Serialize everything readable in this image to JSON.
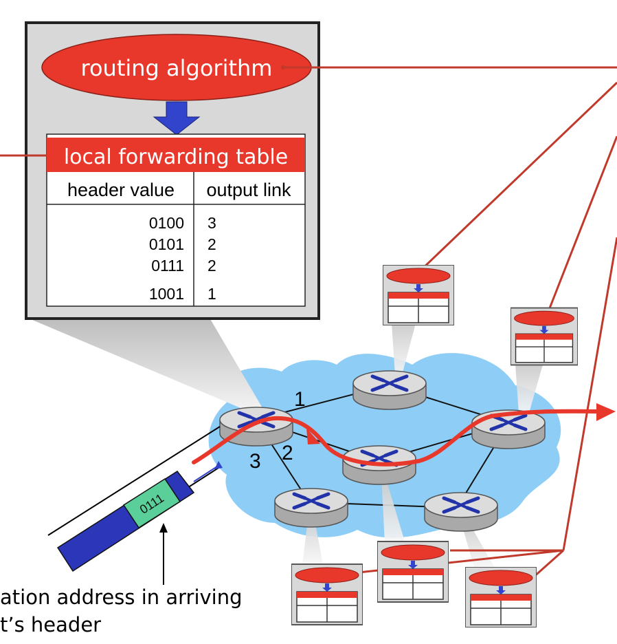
{
  "zoom_box": {
    "algorithm_label": "routing algorithm",
    "table_title": "local forwarding table",
    "col_header": "header value",
    "col_link": "output link",
    "rows": [
      {
        "header": "0100",
        "link": "3"
      },
      {
        "header": "0101",
        "link": "2"
      },
      {
        "header": "0111",
        "link": "2"
      },
      {
        "header": "1001",
        "link": "1"
      }
    ]
  },
  "network": {
    "link_labels": [
      "1",
      "2",
      "3"
    ]
  },
  "packet": {
    "header_value": "0111",
    "caption_line1": "ation address in arriving",
    "caption_line2": "t’s header"
  },
  "colors": {
    "red": "#e8372b",
    "control_line": "#c0392b",
    "blue_arrow": "#3344cc",
    "network_cloud": "#8ecdf5",
    "box_gray": "#d8d8d8",
    "packet_blue": "#2b36b8",
    "packet_green": "#5bcf9a"
  }
}
